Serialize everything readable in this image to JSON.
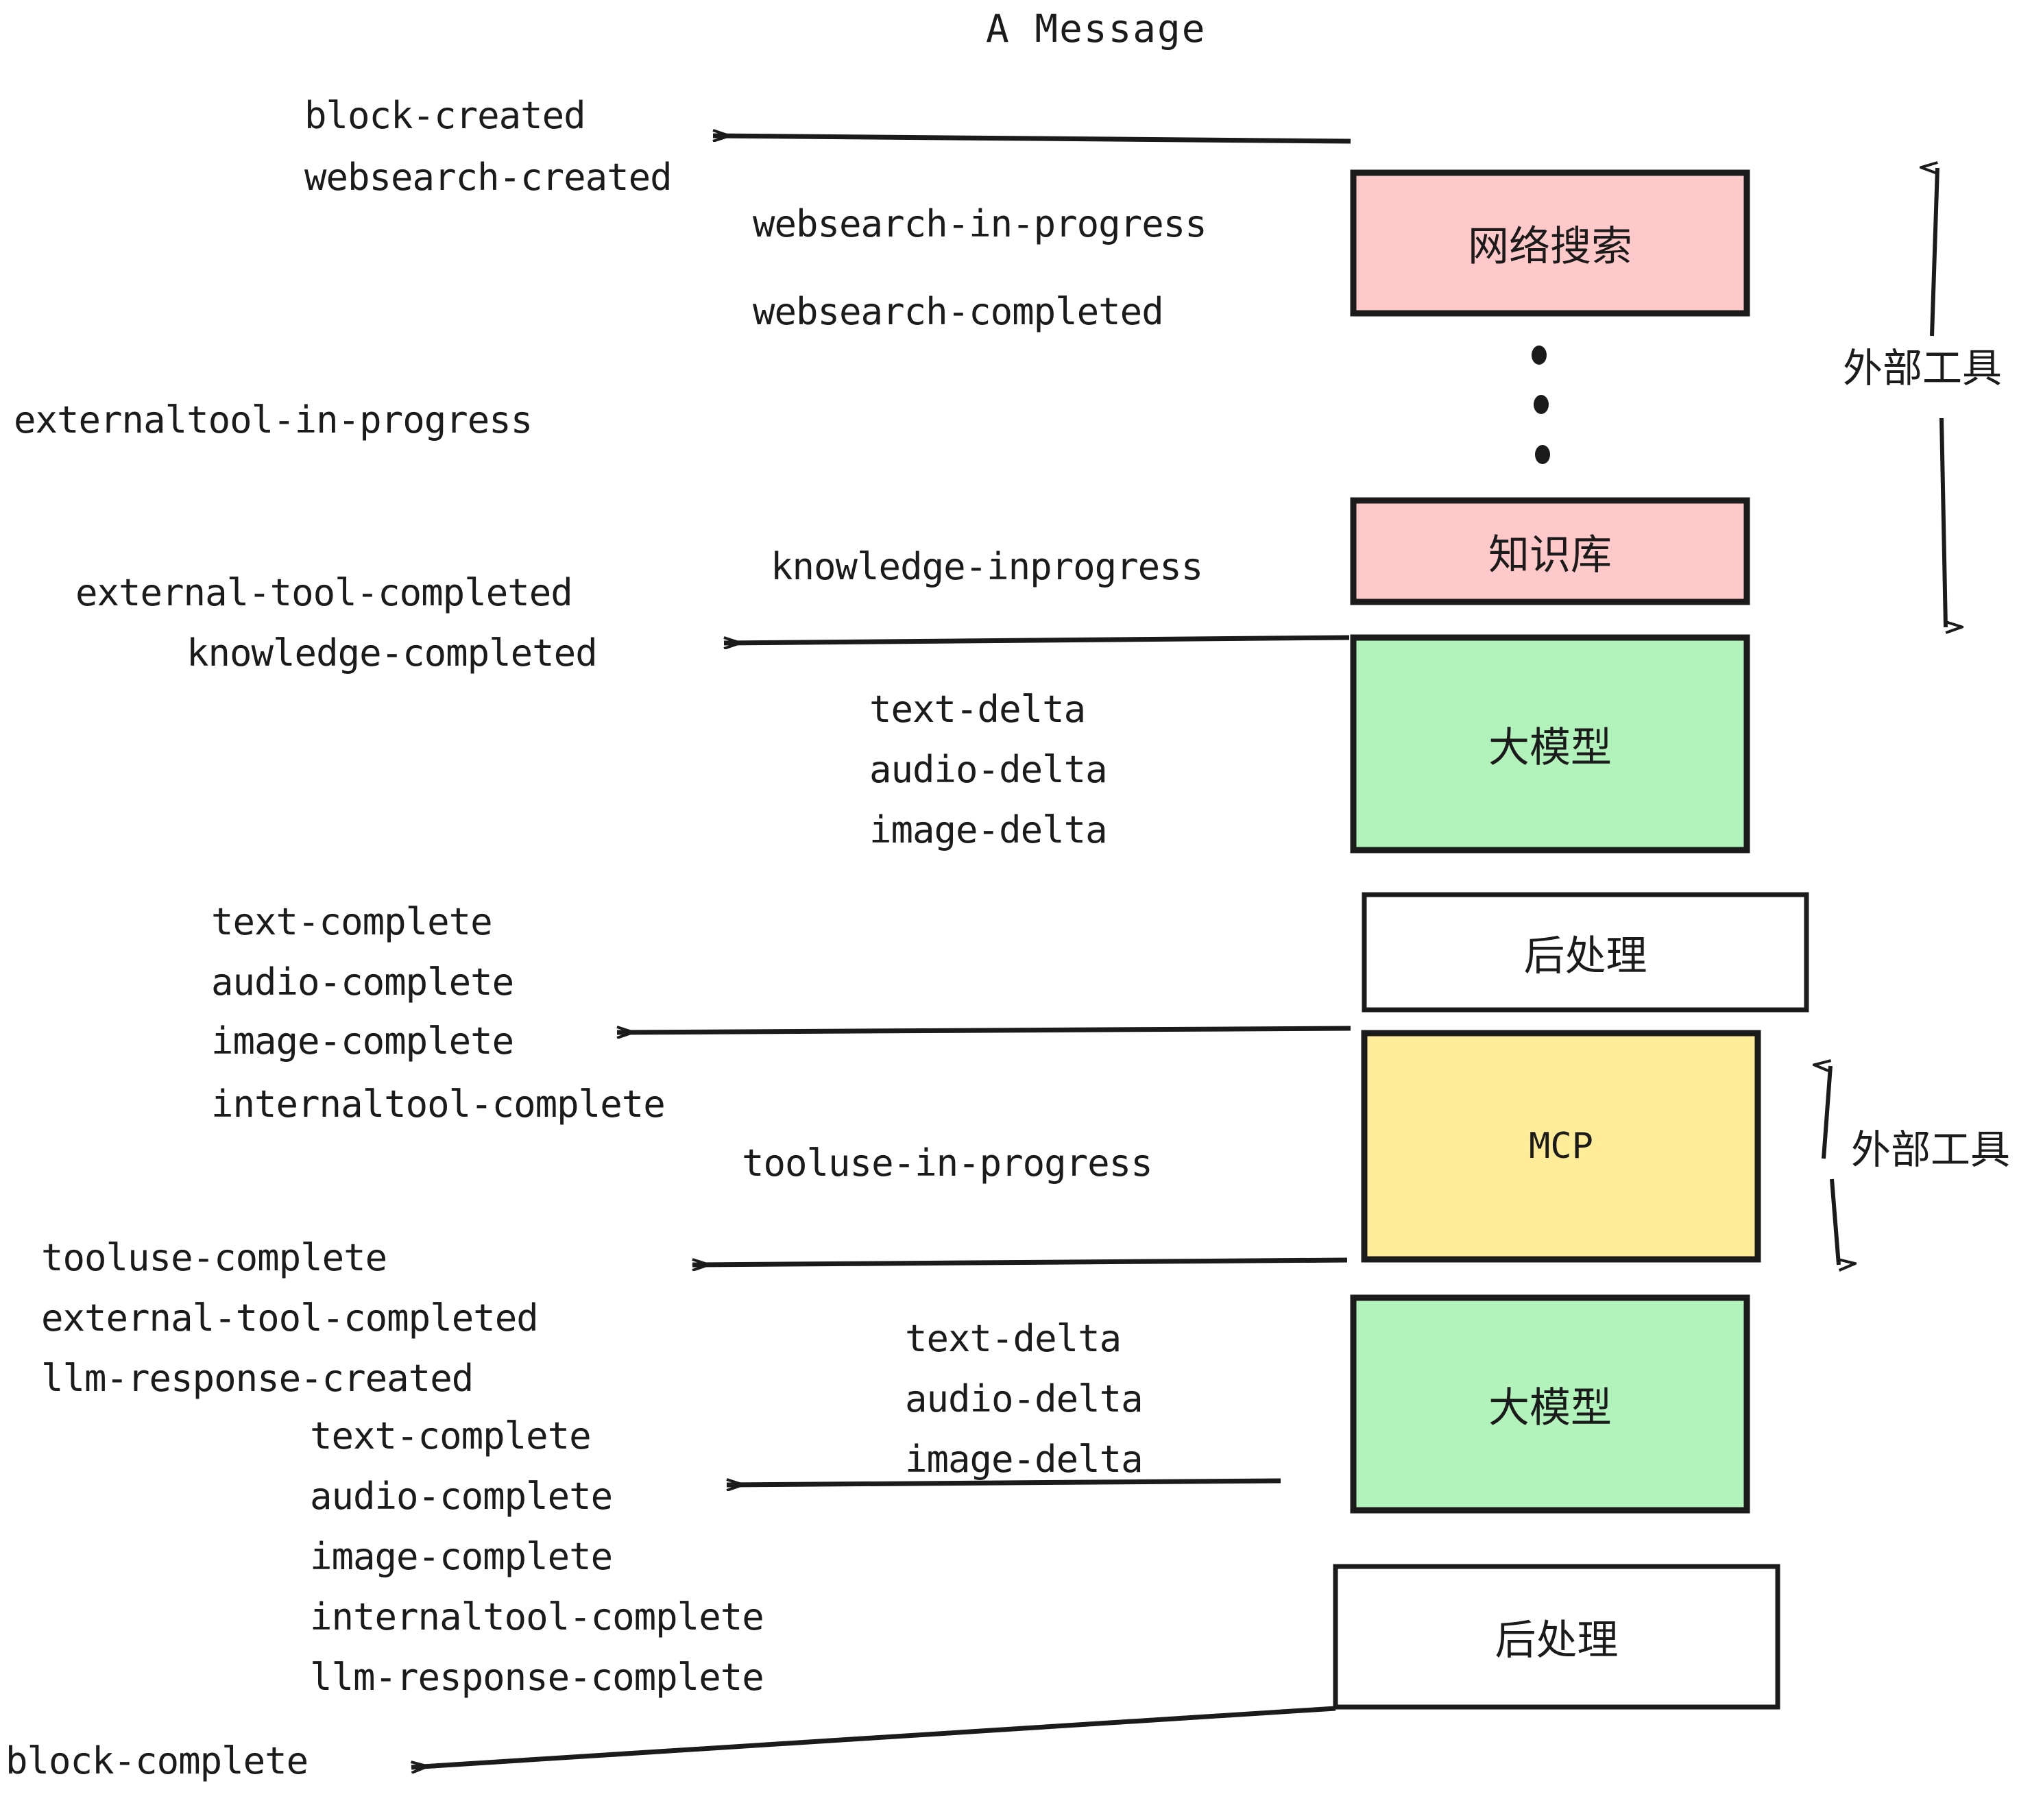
{
  "title": "A Message",
  "colors": {
    "websearch_fill": "#FFC9C9",
    "knowledge_fill": "#FFC9C9",
    "llm_fill": "#B2F2BB",
    "mcp_fill": "#FFEC99",
    "postprocess_fill": "#FFFFFF",
    "stroke": "#1b1b1b",
    "text": "#1b1b1b",
    "background": "#FFFFFF"
  },
  "boxes": {
    "websearch": "网络搜索",
    "knowledge": "知识库",
    "llm_first": "大模型",
    "postprocess_first": "后处理",
    "mcp": "MCP",
    "llm_second": "大模型",
    "postprocess_second": "后处理"
  },
  "side_labels": {
    "external_tool_top": "外部工具",
    "external_tool_bottom": "外部工具"
  },
  "ellipsis": "⋮",
  "events": {
    "block_created": "block-created",
    "websearch_created": "websearch-created",
    "websearch_in_progress": "websearch-in-progress",
    "websearch_completed": "websearch-completed",
    "externaltool_in_progress": "externaltool-in-progress",
    "knowledge_inprogress": "knowledge-inprogress",
    "external_tool_completed_1": "external-tool-completed",
    "knowledge_completed": "knowledge-completed",
    "text_delta_1": "text-delta",
    "audio_delta_1": "audio-delta",
    "image_delta_1": "image-delta",
    "text_complete_1": "text-complete",
    "audio_complete_1": "audio-complete",
    "image_complete_1": "image-complete",
    "internaltool_complete_1": "internaltool-complete",
    "tooluse_in_progress": "tooluse-in-progress",
    "tooluse_complete": "tooluse-complete",
    "external_tool_completed_2": "external-tool-completed",
    "llm_response_created": "llm-response-created",
    "text_delta_2": "text-delta",
    "audio_delta_2": "audio-delta",
    "image_delta_2": "image-delta",
    "text_complete_2": "text-complete",
    "audio_complete_2": "audio-complete",
    "image_complete_2": "image-complete",
    "internaltool_complete_2": "internaltool-complete",
    "llm_response_complete": "llm-response-complete",
    "block_complete": "block-complete"
  }
}
